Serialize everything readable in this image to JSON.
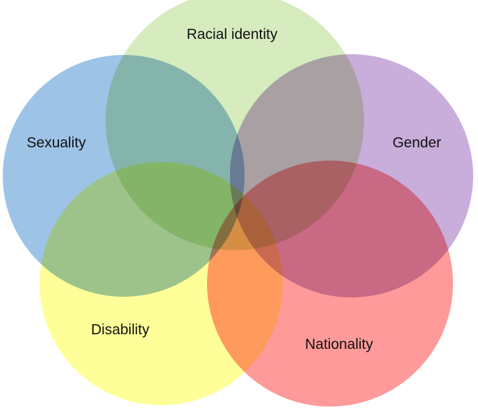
{
  "diagram": {
    "type": "venn",
    "sets": [
      {
        "id": "sexuality",
        "label": "Sexuality",
        "color": "#9dc3e6"
      },
      {
        "id": "racial",
        "label": "Racial identity",
        "color": "#d6ecbf"
      },
      {
        "id": "gender",
        "label": "Gender",
        "color": "#c9addb"
      },
      {
        "id": "disability",
        "label": "Disability",
        "color": "#ffff99"
      },
      {
        "id": "nationality",
        "label": "Nationality",
        "color": "#ff9a9a"
      }
    ]
  }
}
